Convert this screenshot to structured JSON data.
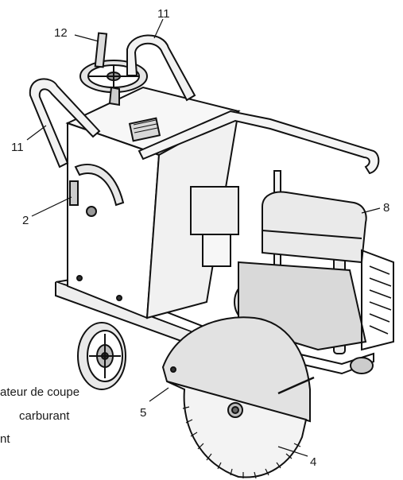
{
  "diagram": {
    "callouts": {
      "c12": "12",
      "c11_top": "11",
      "c11_left": "11",
      "c2": "2",
      "c8": "8",
      "c5": "5",
      "c4": "4"
    },
    "caption_fragments": [
      "ateur de coupe",
      "carburant",
      "nt"
    ]
  }
}
